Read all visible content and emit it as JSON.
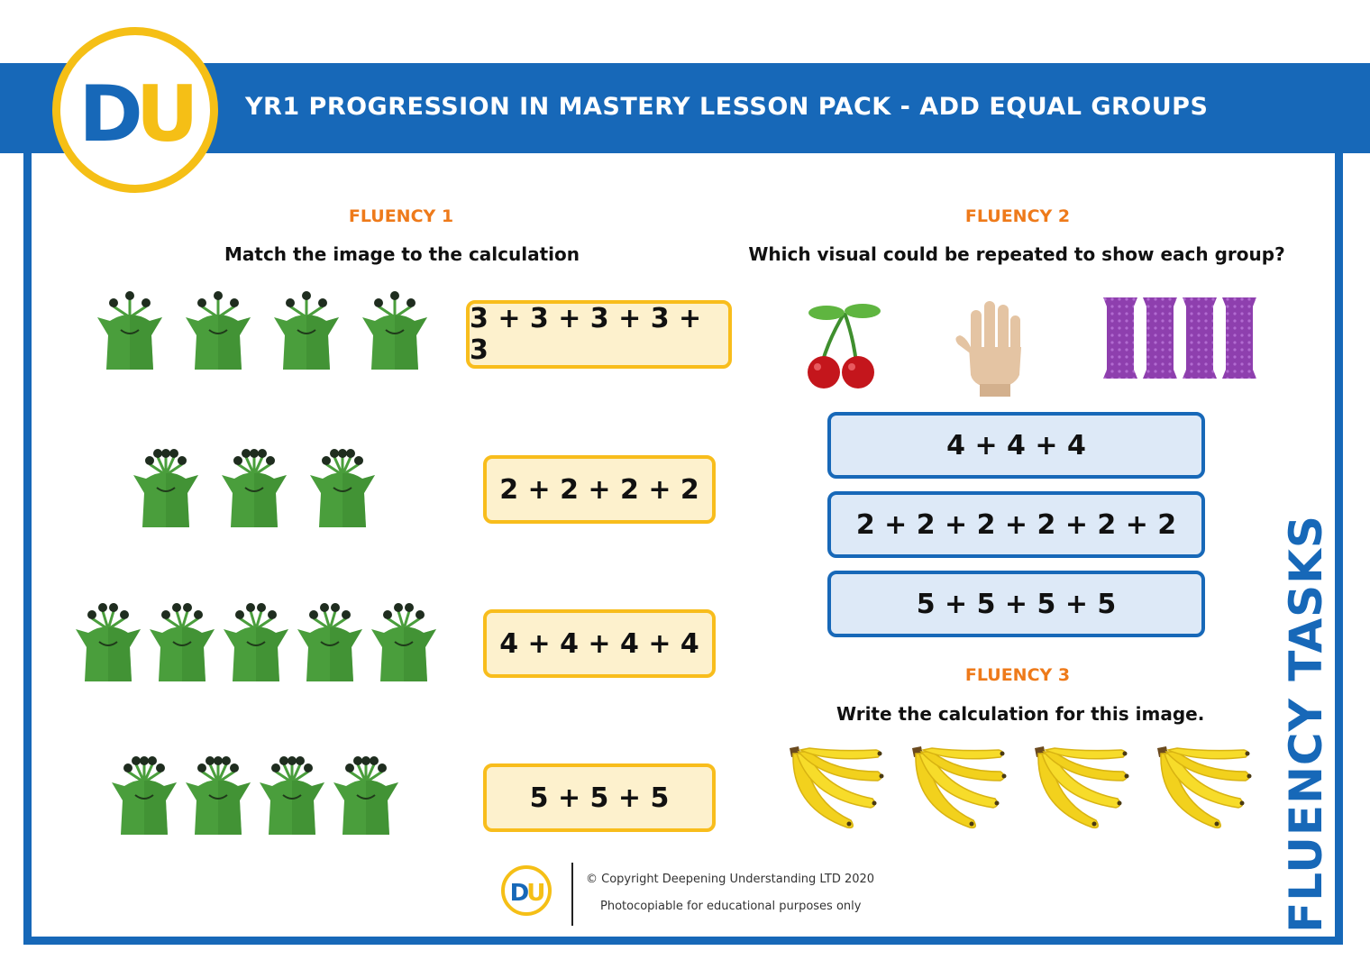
{
  "header": {
    "logo_left": "D",
    "logo_right": "U",
    "title": "YR1 PROGRESSION IN MASTERY LESSON PACK - ADD EQUAL GROUPS"
  },
  "fluency1": {
    "title": "FLUENCY 1",
    "instruction": "Match the image to the calculation",
    "calculations": [
      "3 + 3 + 3 + 3 + 3",
      "2 + 2 + 2 + 2",
      "4 + 4 + 4 + 4",
      "5 + 5 + 5"
    ],
    "alien_rows": [
      {
        "count": 4,
        "antennae": 3
      },
      {
        "count": 3,
        "antennae": 5
      },
      {
        "count": 5,
        "antennae": 4
      },
      {
        "count": 4,
        "antennae": 5
      }
    ]
  },
  "fluency2": {
    "title": "FLUENCY 2",
    "instruction": "Which visual could be repeated to show each group?",
    "visuals": [
      "cherries-icon",
      "hand-icon",
      "sweets-icon"
    ],
    "calculations": [
      "4 + 4 + 4",
      "2 + 2 + 2 + 2 + 2 + 2",
      "5 + 5 + 5 + 5"
    ]
  },
  "fluency3": {
    "title": "FLUENCY 3",
    "instruction": "Write the calculation for this image.",
    "banana_bunches": 4
  },
  "side_label": "FLUENCY TASKS",
  "footer": {
    "logo_left": "D",
    "logo_right": "U",
    "copyright": "© Copyright Deepening Understanding LTD 2020",
    "note": "Photocopiable for educational purposes only"
  },
  "colors": {
    "brand_blue": "#1768b8",
    "brand_yellow": "#f5bf16",
    "heading_orange": "#ee7a1a",
    "alien_green": "#4a9e3c"
  }
}
